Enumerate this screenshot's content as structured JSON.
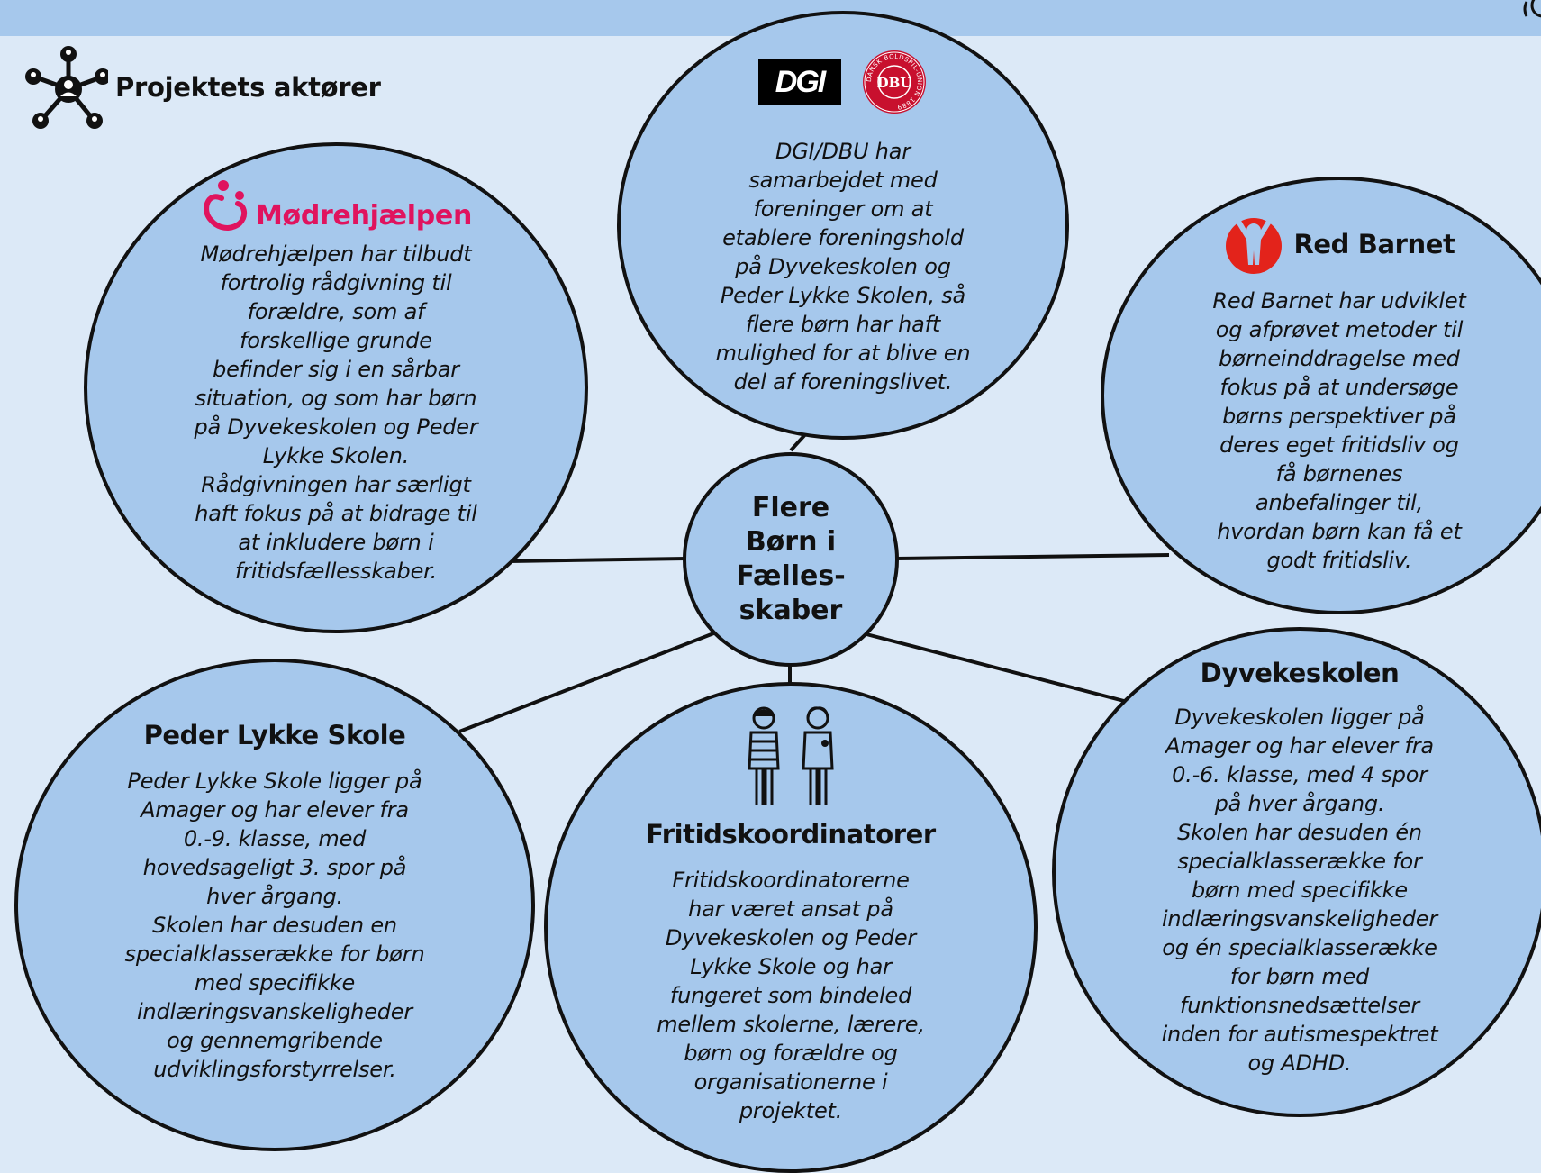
{
  "header": {
    "title": "Projektets aktører",
    "icon": "network-people-icon"
  },
  "center": {
    "label": "Flere\nBørn i\nFælles-\nskaber"
  },
  "colors": {
    "background": "#dce9f7",
    "band": "#a6c8ec",
    "circle_fill": "#a6c8ec",
    "outline": "#111111",
    "modrehjaelpen_brand": "#e0135e",
    "red_barnet_brand": "#e3231b",
    "dbu_brand": "#c8102e"
  },
  "nodes": {
    "dgi_dbu": {
      "logos": [
        "DGI",
        "DBU"
      ],
      "dbu_logo_text": "DANSK BOLDSPIL-UNION 1889",
      "description": "DGI/DBU har\nsamarbejdet med\nforeninger om at\netablere foreningshold\npå Dyvekeskolen og\nPeder Lykke Skolen, så\nflere børn har haft\nmulighed for at blive en\ndel af foreningslivet."
    },
    "modrehjaelpen": {
      "logo_text": "Mødrehjælpen",
      "description": "Mødrehjælpen har tilbudt\nfortrolig rådgivning til\nforældre, som af\nforskellige grunde\nbefinder sig i en sårbar\nsituation, og som har børn\npå Dyvekeskolen og Peder\nLykke Skolen.\nRådgivningen har særligt\nhaft fokus på at bidrage til\nat inkludere børn i\nfritidsfællesskaber."
    },
    "red_barnet": {
      "logo_text": "Red Barnet",
      "description": "Red Barnet har udviklet\nog afprøvet metoder til\nbørneinddragelse med\nfokus på at undersøge\nbørns perspektiver på\nderes eget fritidsliv og\nfå børnenes\nanbefalinger til,\nhvordan børn kan få et\ngodt fritidsliv."
    },
    "peder_lykke": {
      "title": "Peder Lykke Skole",
      "description": "Peder Lykke Skole ligger på\nAmager og har elever fra\n0.-9. klasse, med\nhovedsageligt 3. spor på\nhver årgang.\nSkolen har desuden en\nspecialklasserække for børn\nmed specifikke\nindlæringsvanskeligheder\nog gennemgribende\nudviklingsforstyrrelser."
    },
    "fritid": {
      "title": "Fritidskoordinatorer",
      "icon": "two-people-icon",
      "description": "Fritidskoordinatorerne\nhar været ansat på\nDyvekeskolen og Peder\nLykke Skole og har\nfungeret som bindeled\nmellem skolerne, lærere,\nbørn og forældre og\norganisationerne i\nprojektet."
    },
    "dyvekeskolen": {
      "title": "Dyvekeskolen",
      "description": "Dyvekeskolen ligger på\nAmager og har elever fra\n0.-6. klasse, med 4 spor\npå hver årgang.\nSkolen har desuden én\nspecialklasserække for\nbørn med specifikke\nindlæringsvanskeligheder\nog én specialklasserække\nfor børn med\nfunktionsnedsættelser\ninden for autismespektret\nog ADHD."
    }
  }
}
